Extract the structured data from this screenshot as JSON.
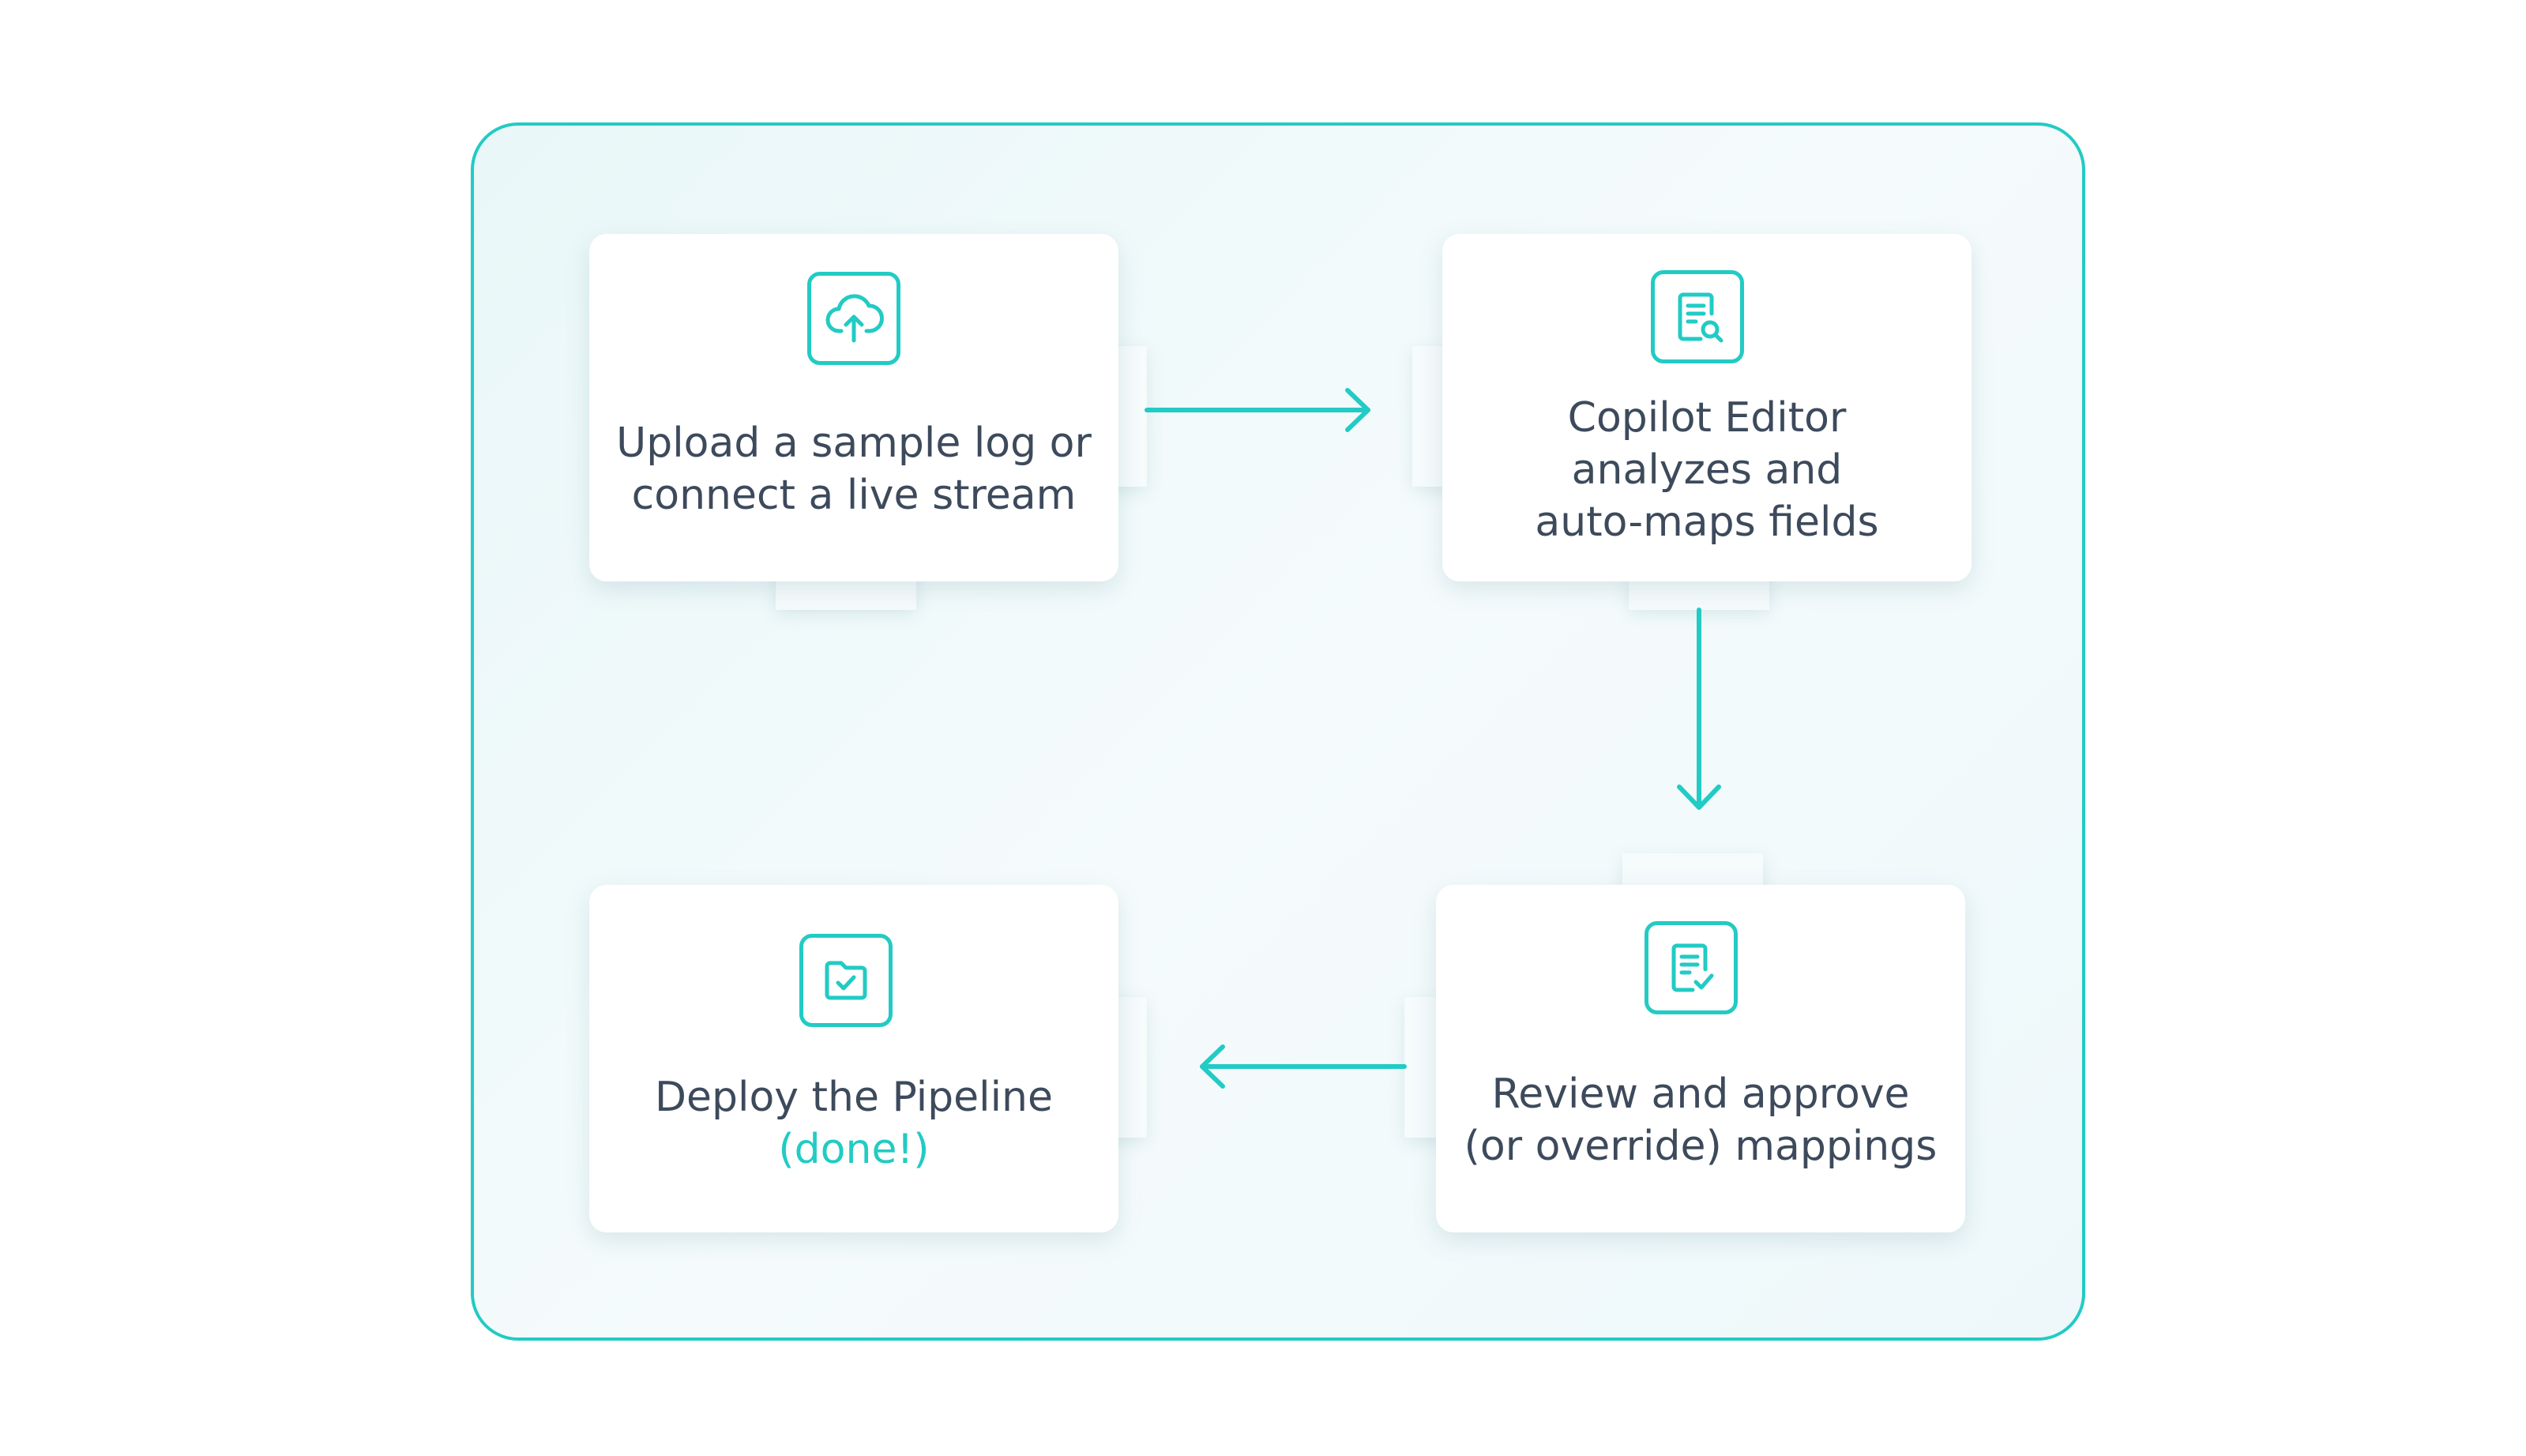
{
  "diagram": {
    "colors": {
      "accent": "#22cbc4",
      "text": "#3d4a5c",
      "frame_bg": "#eef8f9",
      "card_bg": "#ffffff"
    },
    "steps": [
      {
        "icon": "cloud-upload-icon",
        "lines": [
          "Upload a sample log or",
          "connect a live stream"
        ]
      },
      {
        "icon": "document-search-icon",
        "lines": [
          "Copilot Editor",
          "analyzes and",
          "auto-maps fields"
        ]
      },
      {
        "icon": "document-check-icon",
        "lines": [
          "Review and approve",
          "(or override) mappings"
        ]
      },
      {
        "icon": "folder-check-icon",
        "lines": [
          "Deploy the Pipeline"
        ],
        "accent_line": "(done!)"
      }
    ],
    "flow": [
      "step-1 to step-2",
      "step-2 to step-3",
      "step-3 to step-4"
    ]
  }
}
